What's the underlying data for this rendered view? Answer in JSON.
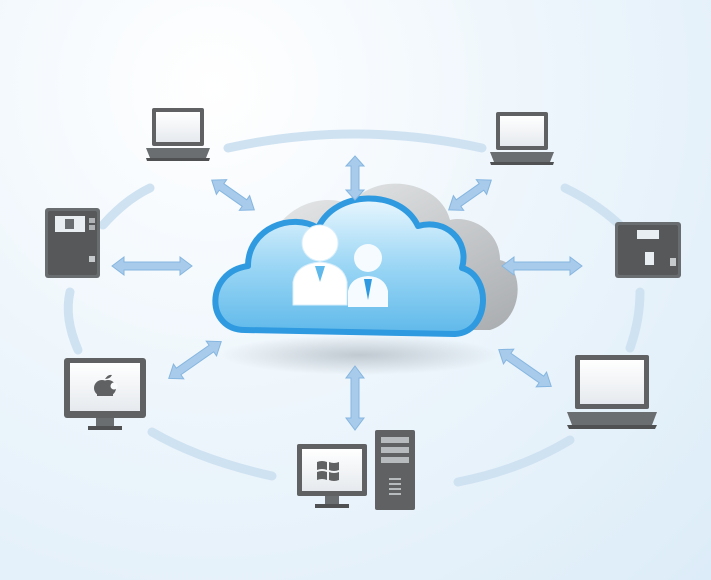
{
  "colors": {
    "background": "#e6f1fa",
    "ring": "#c9def0",
    "arrow": "#9fc3e6",
    "arrow_stroke": "#7fb0dc",
    "device_dark": "#5f6163",
    "device_mid": "#7d8083",
    "cloud_blue": "#4fb3ea",
    "cloud_light": "#bfe6fa",
    "cloud_gray": "#b9bcbf"
  },
  "hub": {
    "icon": "cloud-icon",
    "people_icon": "users-icon"
  },
  "nodes": [
    {
      "id": "laptop-top-left",
      "icon": "laptop-icon"
    },
    {
      "id": "laptop-top-right",
      "icon": "laptop-icon"
    },
    {
      "id": "nas-left",
      "icon": "storage-drive-icon"
    },
    {
      "id": "nas-right",
      "icon": "storage-drive-icon"
    },
    {
      "id": "imac-bottom-left",
      "icon": "apple-monitor-icon"
    },
    {
      "id": "laptop-bottom-right",
      "icon": "laptop-icon"
    },
    {
      "id": "windows-pc-bottom",
      "icon": "windows-desktop-icon"
    }
  ],
  "connections": "bidirectional"
}
